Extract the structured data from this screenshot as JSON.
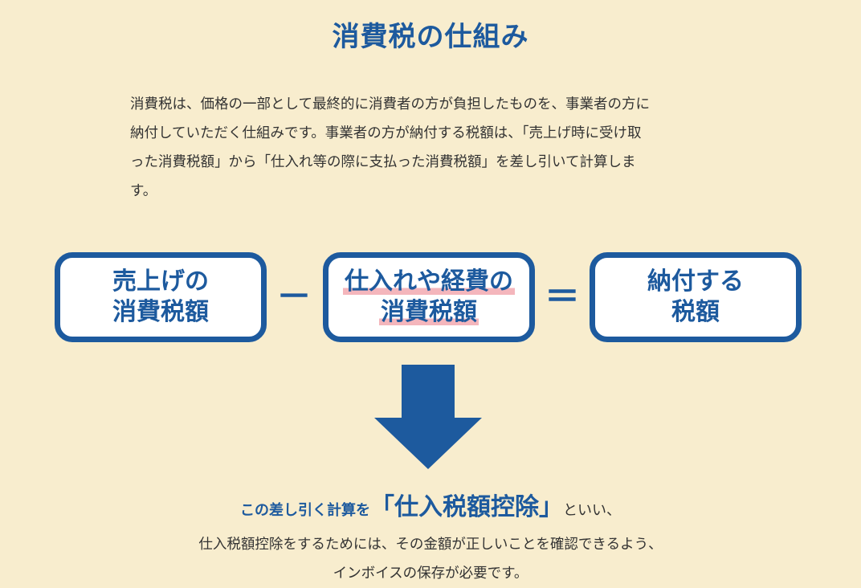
{
  "title": "消費税の仕組み",
  "intro": {
    "lines": [
      "消費税は、価格の一部として最終的に消費者の方が負担したものを、事業者の方に",
      "納付していただく仕組みです。事業者の方が納付する税額は、「売上げ時に受け取",
      "った消費税額」から「仕入れ等の際に支払った消費税額」を差し引いて計算しま",
      "す。"
    ]
  },
  "formula": {
    "box1": {
      "line1": "売上げの",
      "line2": "消費税額"
    },
    "minus": "－",
    "box2": {
      "line1": "仕入れや経費の",
      "line2": "消費税額"
    },
    "equals": "＝",
    "box3": {
      "line1": "納付する",
      "line2": "税額"
    }
  },
  "summary": {
    "prefix": "この差し引く計算を",
    "term": "「仕入税額控除」",
    "suffix": "といい、"
  },
  "note": {
    "line1": "仕入税額控除をするためには、その金額が正しいことを確認できるよう、",
    "line2": "インボイスの保存が必要です。"
  },
  "colors": {
    "background": "#f8edce",
    "primary": "#1d5a9e",
    "highlight": "#f4b6bc",
    "text": "#333333"
  }
}
